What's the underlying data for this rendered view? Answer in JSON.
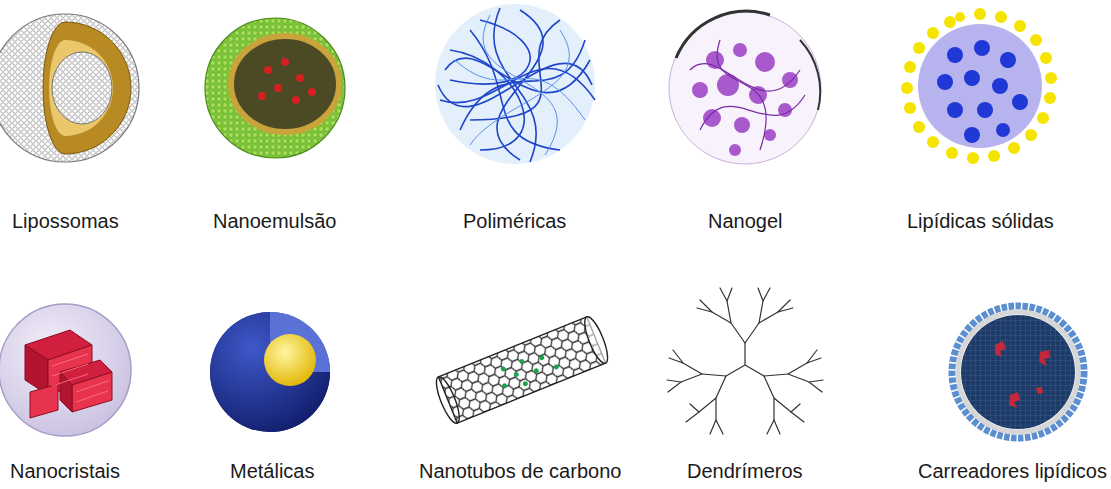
{
  "diagram": {
    "labels": [
      "Lipossomas",
      "Nanoemulsão",
      "Poliméricas",
      "Nanogel",
      "Lipídicas sólidas",
      "Nanocristais",
      "Metálicas",
      "Nanotubos de carbono",
      "Dendrímeros",
      "Carreadores lipídicos"
    ]
  }
}
